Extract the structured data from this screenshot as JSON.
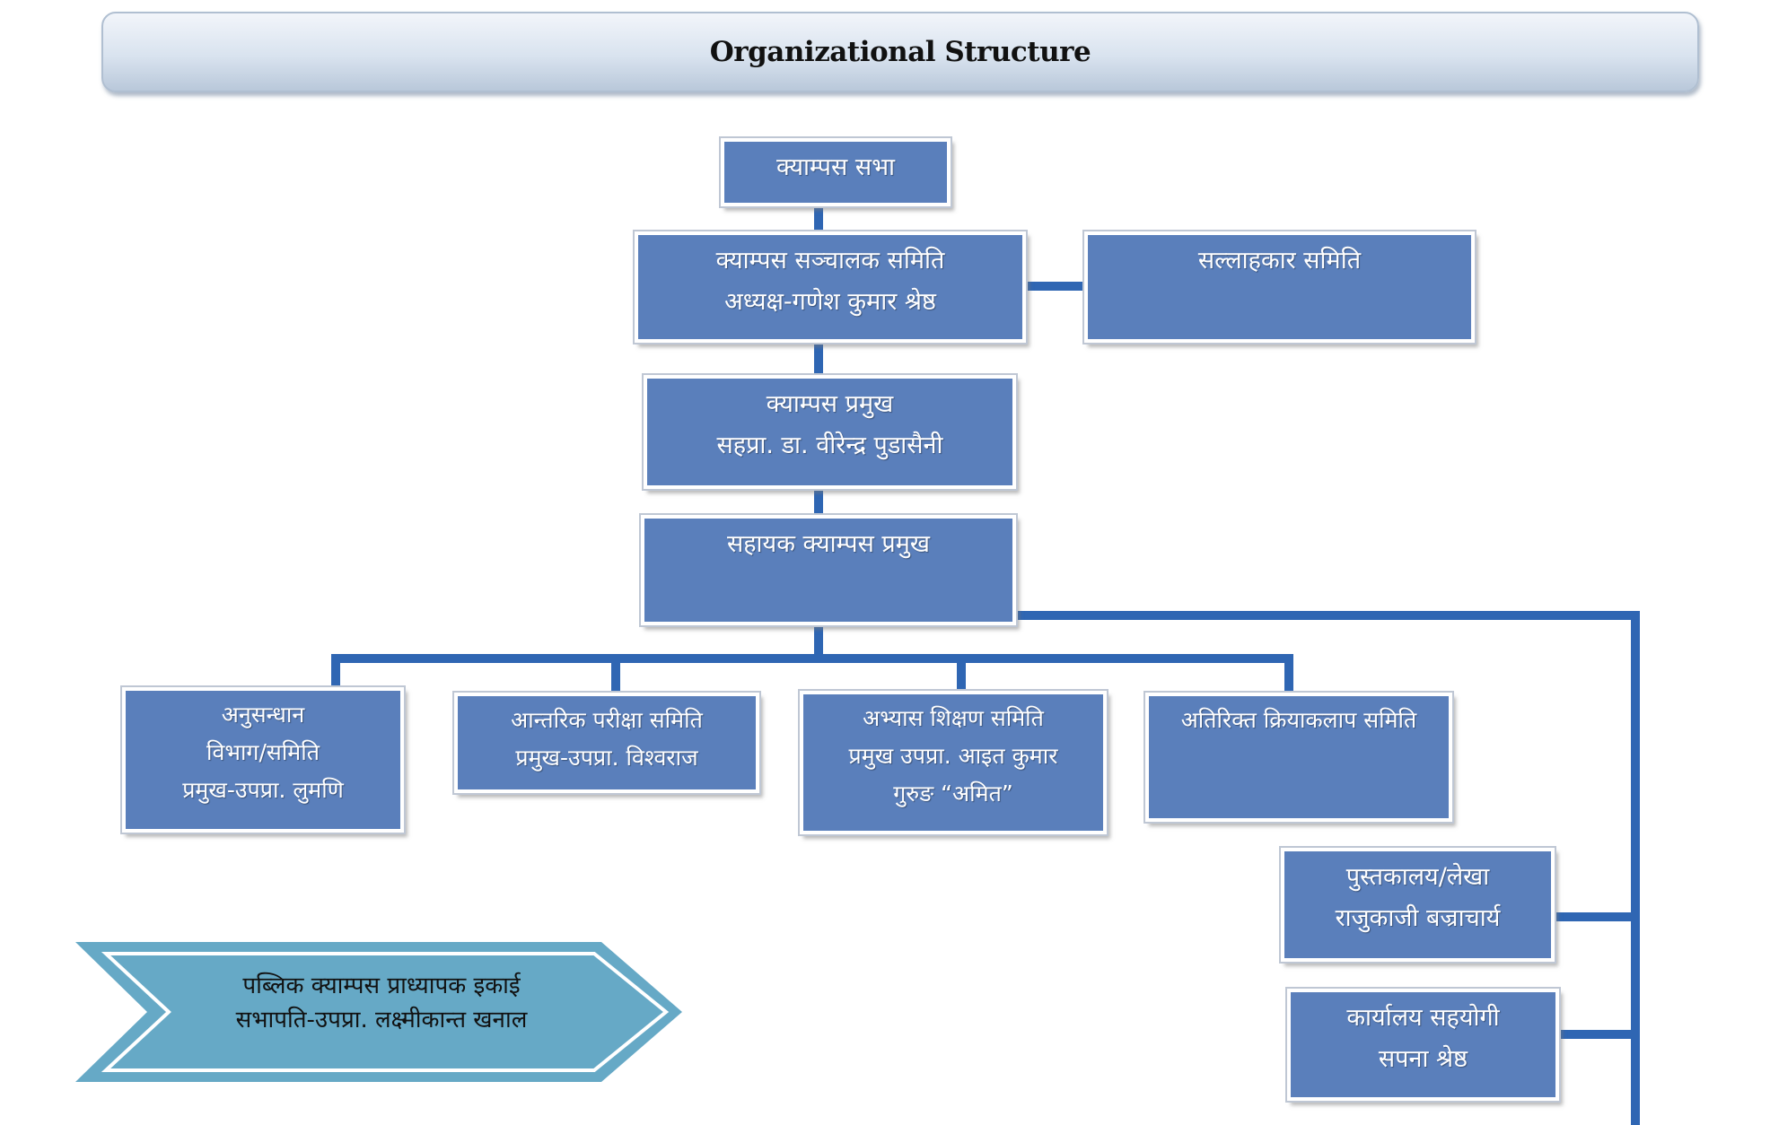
{
  "title": "Organizational Structure",
  "colors": {
    "box_fill": "#5a7fbb",
    "connector": "#2f66b3",
    "banner_fill": "#66a9c6"
  },
  "nodes": {
    "campus_assembly": {
      "line1": "क्याम्पस सभा"
    },
    "management_committee": {
      "line1": "क्याम्पस सञ्चालक समिति",
      "line2": "अध्यक्ष-गणेश कुमार श्रेष्ठ"
    },
    "advisory_committee": {
      "line1": "सल्लाहकार समिति"
    },
    "campus_chief": {
      "line1": "क्याम्पस प्रमुख",
      "line2": "सहप्रा. डा. वीरेन्द्र पुडासैनी"
    },
    "assistant_campus_chief": {
      "line1": "सहायक क्याम्पस प्रमुख"
    },
    "research": {
      "line1": "अनुसन्धान",
      "line2": "विभाग/समिति",
      "line3": "प्रमुख-उपप्रा. लुमणि"
    },
    "internal_exam": {
      "line1": "आन्तरिक परीक्षा समिति",
      "line2": "प्रमुख-उपप्रा. विश्वराज"
    },
    "practice_teaching": {
      "line1": "अभ्यास शिक्षण समिति",
      "line2": "प्रमुख उपप्रा. आइत कुमार",
      "line3": "गुरुङ “अमित”"
    },
    "extra_activities": {
      "line1": "अतिरिक्त क्रियाकलाप समिति"
    },
    "library_accounts": {
      "line1": "पुस्तकालय/लेखा",
      "line2": "राजुकाजी बज्राचार्य"
    },
    "office_assistant": {
      "line1": "कार्यालय सहयोगी",
      "line2": "सपना श्रेष्ठ"
    }
  },
  "teachers_unit": {
    "line1": "पब्लिक क्याम्पस प्राध्यापक इकाई",
    "line2": "सभापति-उपप्रा. लक्ष्मीकान्त खनाल"
  }
}
